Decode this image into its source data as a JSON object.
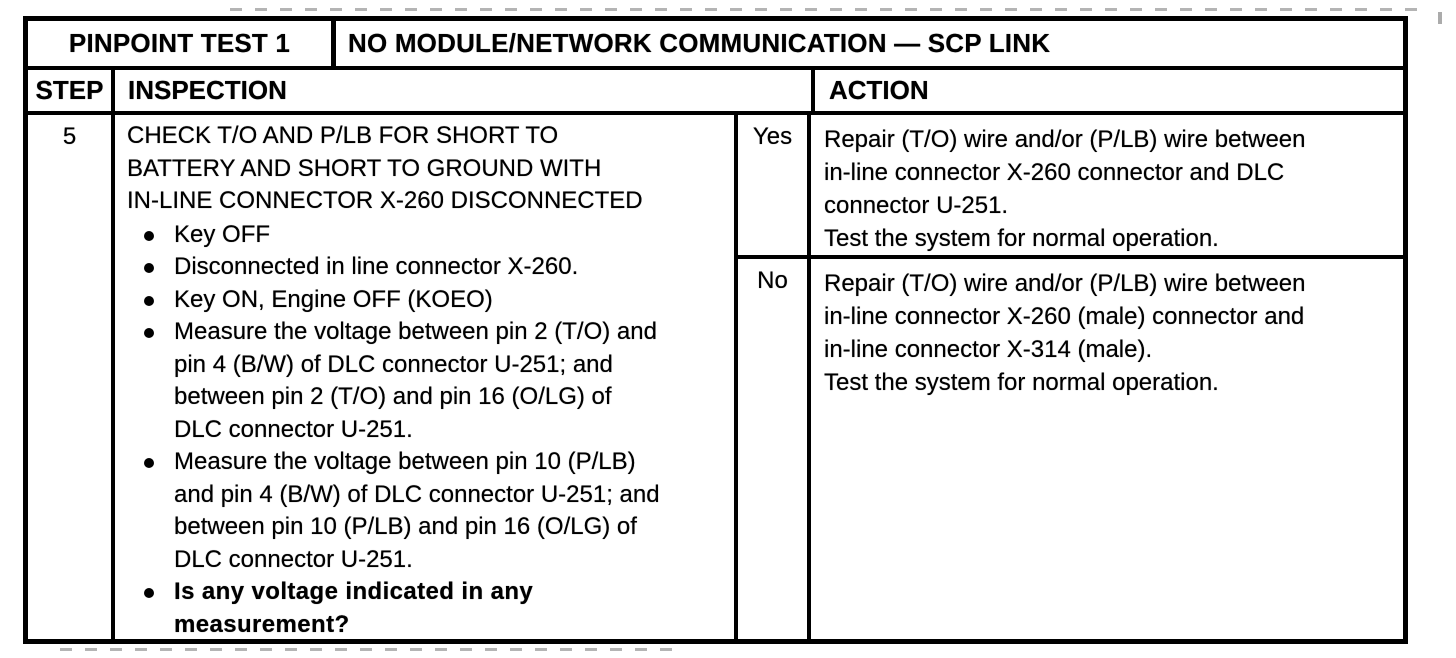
{
  "colors": {
    "ink": "#000000",
    "paper": "#ffffff"
  },
  "pinpoint_test": {
    "label": "PINPOINT TEST 1",
    "title": "NO MODULE/NETWORK COMMUNICATION — SCP LINK"
  },
  "columns": {
    "step": "STEP",
    "inspection": "INSPECTION",
    "action": "ACTION"
  },
  "step_row": {
    "step_number": "5",
    "inspection": {
      "heading_lines": [
        "CHECK T/O AND P/LB FOR SHORT TO",
        "BATTERY AND SHORT TO GROUND WITH",
        "IN-LINE CONNECTOR X-260 DISCONNECTED"
      ],
      "bullets": [
        {
          "lines": [
            "Key OFF"
          ],
          "bold": false
        },
        {
          "lines": [
            "Disconnected in line connector X-260."
          ],
          "bold": false
        },
        {
          "lines": [
            "Key ON, Engine OFF (KOEO)"
          ],
          "bold": false
        },
        {
          "lines": [
            "Measure the voltage between pin 2 (T/O) and",
            "pin 4 (B/W) of DLC connector U-251; and",
            "between pin 2 (T/O) and pin 16 (O/LG) of",
            "DLC connector U-251."
          ],
          "bold": false
        },
        {
          "lines": [
            "Measure the voltage between pin 10 (P/LB)",
            "and pin 4 (B/W) of DLC connector U-251; and",
            "between pin 10 (P/LB) and pin 16 (O/LG) of",
            "DLC connector U-251."
          ],
          "bold": false
        },
        {
          "lines": [
            "Is any voltage indicated in any",
            "measurement?"
          ],
          "bold": true
        }
      ]
    },
    "results": [
      {
        "answer": "Yes",
        "action_lines": [
          "Repair (T/O) wire and/or (P/LB) wire between",
          "in-line connector X-260 connector and DLC",
          "connector U-251.",
          "Test the system for normal operation."
        ]
      },
      {
        "answer": "No",
        "action_lines": [
          "Repair (T/O) wire and/or (P/LB) wire between",
          "in-line connector X-260 (male) connector and",
          "in-line connector X-314 (male).",
          "Test the system for normal operation."
        ]
      }
    ]
  }
}
